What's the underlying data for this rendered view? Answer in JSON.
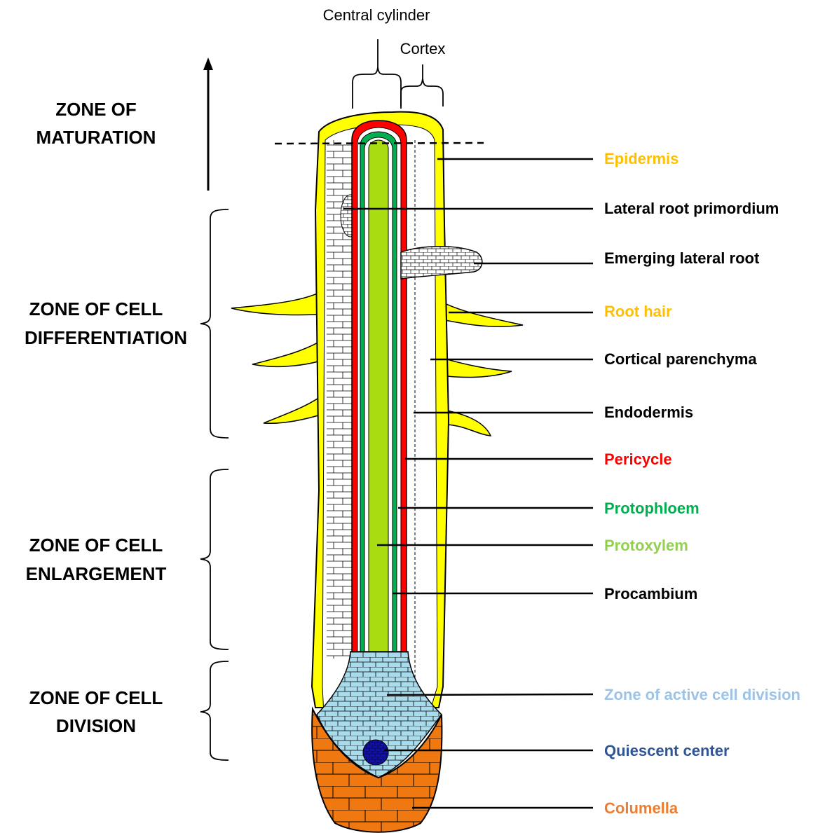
{
  "top_labels": {
    "central_cylinder": "Central cylinder",
    "cortex": "Cortex"
  },
  "zones": {
    "maturation": [
      "ZONE OF",
      "MATURATION"
    ],
    "differentiation": [
      "ZONE OF CELL",
      "DIFFERENTIATION"
    ],
    "enlargement": [
      "ZONE OF CELL",
      "ENLARGEMENT"
    ],
    "division": [
      "ZONE OF CELL",
      "DIVISION"
    ]
  },
  "parts": [
    {
      "label": "Epidermis",
      "color": "#FFC000"
    },
    {
      "label": "Lateral root primordium",
      "color": "#000000"
    },
    {
      "label": "Emerging lateral root",
      "color": "#000000"
    },
    {
      "label": "Root hair",
      "color": "#FFC000"
    },
    {
      "label": "Cortical parenchyma",
      "color": "#000000"
    },
    {
      "label": "Endodermis",
      "color": "#000000"
    },
    {
      "label": "Pericycle",
      "color": "#FF0000"
    },
    {
      "label": "Protophloem",
      "color": "#00B050"
    },
    {
      "label": "Protoxylem",
      "color": "#92D050"
    },
    {
      "label": "Procambium",
      "color": "#000000"
    },
    {
      "label": "Zone of active cell division",
      "color": "#9DC3E6"
    },
    {
      "label": "Quiescent center",
      "color": "#2F5597"
    },
    {
      "label": "Columella",
      "color": "#ED7D31"
    }
  ],
  "tissue_colors": {
    "epidermis": "#FFFF00",
    "pericycle": "#FF0000",
    "protophloem": "#00B050",
    "protoxylem": "#AADD11",
    "division_zone": "#A8DCEC",
    "quiescent_center": "#1010B0",
    "columella": "#F07810"
  }
}
